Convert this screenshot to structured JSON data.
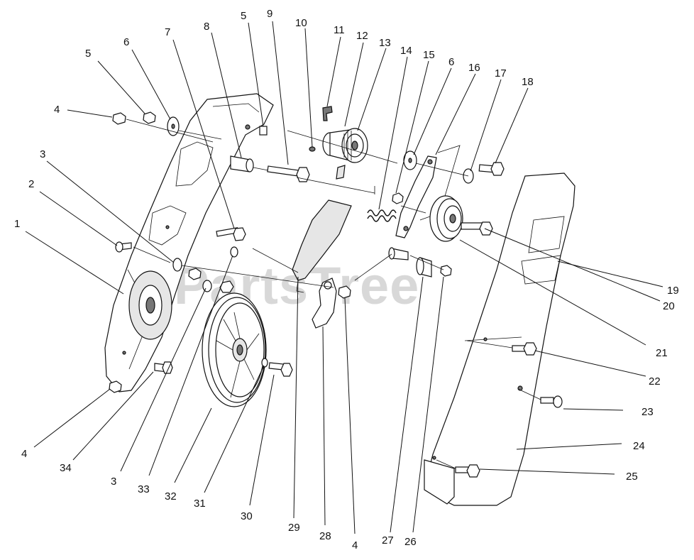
{
  "watermark": "PartsTree",
  "trademark": "™",
  "callouts": [
    {
      "id": "c1",
      "text": "1"
    },
    {
      "id": "c2",
      "text": "2"
    },
    {
      "id": "c3a",
      "text": "3"
    },
    {
      "id": "c4a",
      "text": "4"
    },
    {
      "id": "c5a",
      "text": "5"
    },
    {
      "id": "c6a",
      "text": "6"
    },
    {
      "id": "c7",
      "text": "7"
    },
    {
      "id": "c8",
      "text": "8"
    },
    {
      "id": "c5b",
      "text": "5"
    },
    {
      "id": "c9",
      "text": "9"
    },
    {
      "id": "c10",
      "text": "10"
    },
    {
      "id": "c11",
      "text": "11"
    },
    {
      "id": "c12",
      "text": "12"
    },
    {
      "id": "c13",
      "text": "13"
    },
    {
      "id": "c14",
      "text": "14"
    },
    {
      "id": "c15",
      "text": "15"
    },
    {
      "id": "c6b",
      "text": "6"
    },
    {
      "id": "c16",
      "text": "16"
    },
    {
      "id": "c17",
      "text": "17"
    },
    {
      "id": "c18",
      "text": "18"
    },
    {
      "id": "c19",
      "text": "19"
    },
    {
      "id": "c20",
      "text": "20"
    },
    {
      "id": "c21",
      "text": "21"
    },
    {
      "id": "c22",
      "text": "22"
    },
    {
      "id": "c23",
      "text": "23"
    },
    {
      "id": "c24",
      "text": "24"
    },
    {
      "id": "c25",
      "text": "25"
    },
    {
      "id": "c4b",
      "text": "4"
    },
    {
      "id": "c34",
      "text": "34"
    },
    {
      "id": "c3b",
      "text": "3"
    },
    {
      "id": "c33",
      "text": "33"
    },
    {
      "id": "c32",
      "text": "32"
    },
    {
      "id": "c31",
      "text": "31"
    },
    {
      "id": "c30",
      "text": "30"
    },
    {
      "id": "c29",
      "text": "29"
    },
    {
      "id": "c28",
      "text": "28"
    },
    {
      "id": "c4c",
      "text": "4"
    },
    {
      "id": "c27",
      "text": "27"
    },
    {
      "id": "c26",
      "text": "26"
    }
  ]
}
